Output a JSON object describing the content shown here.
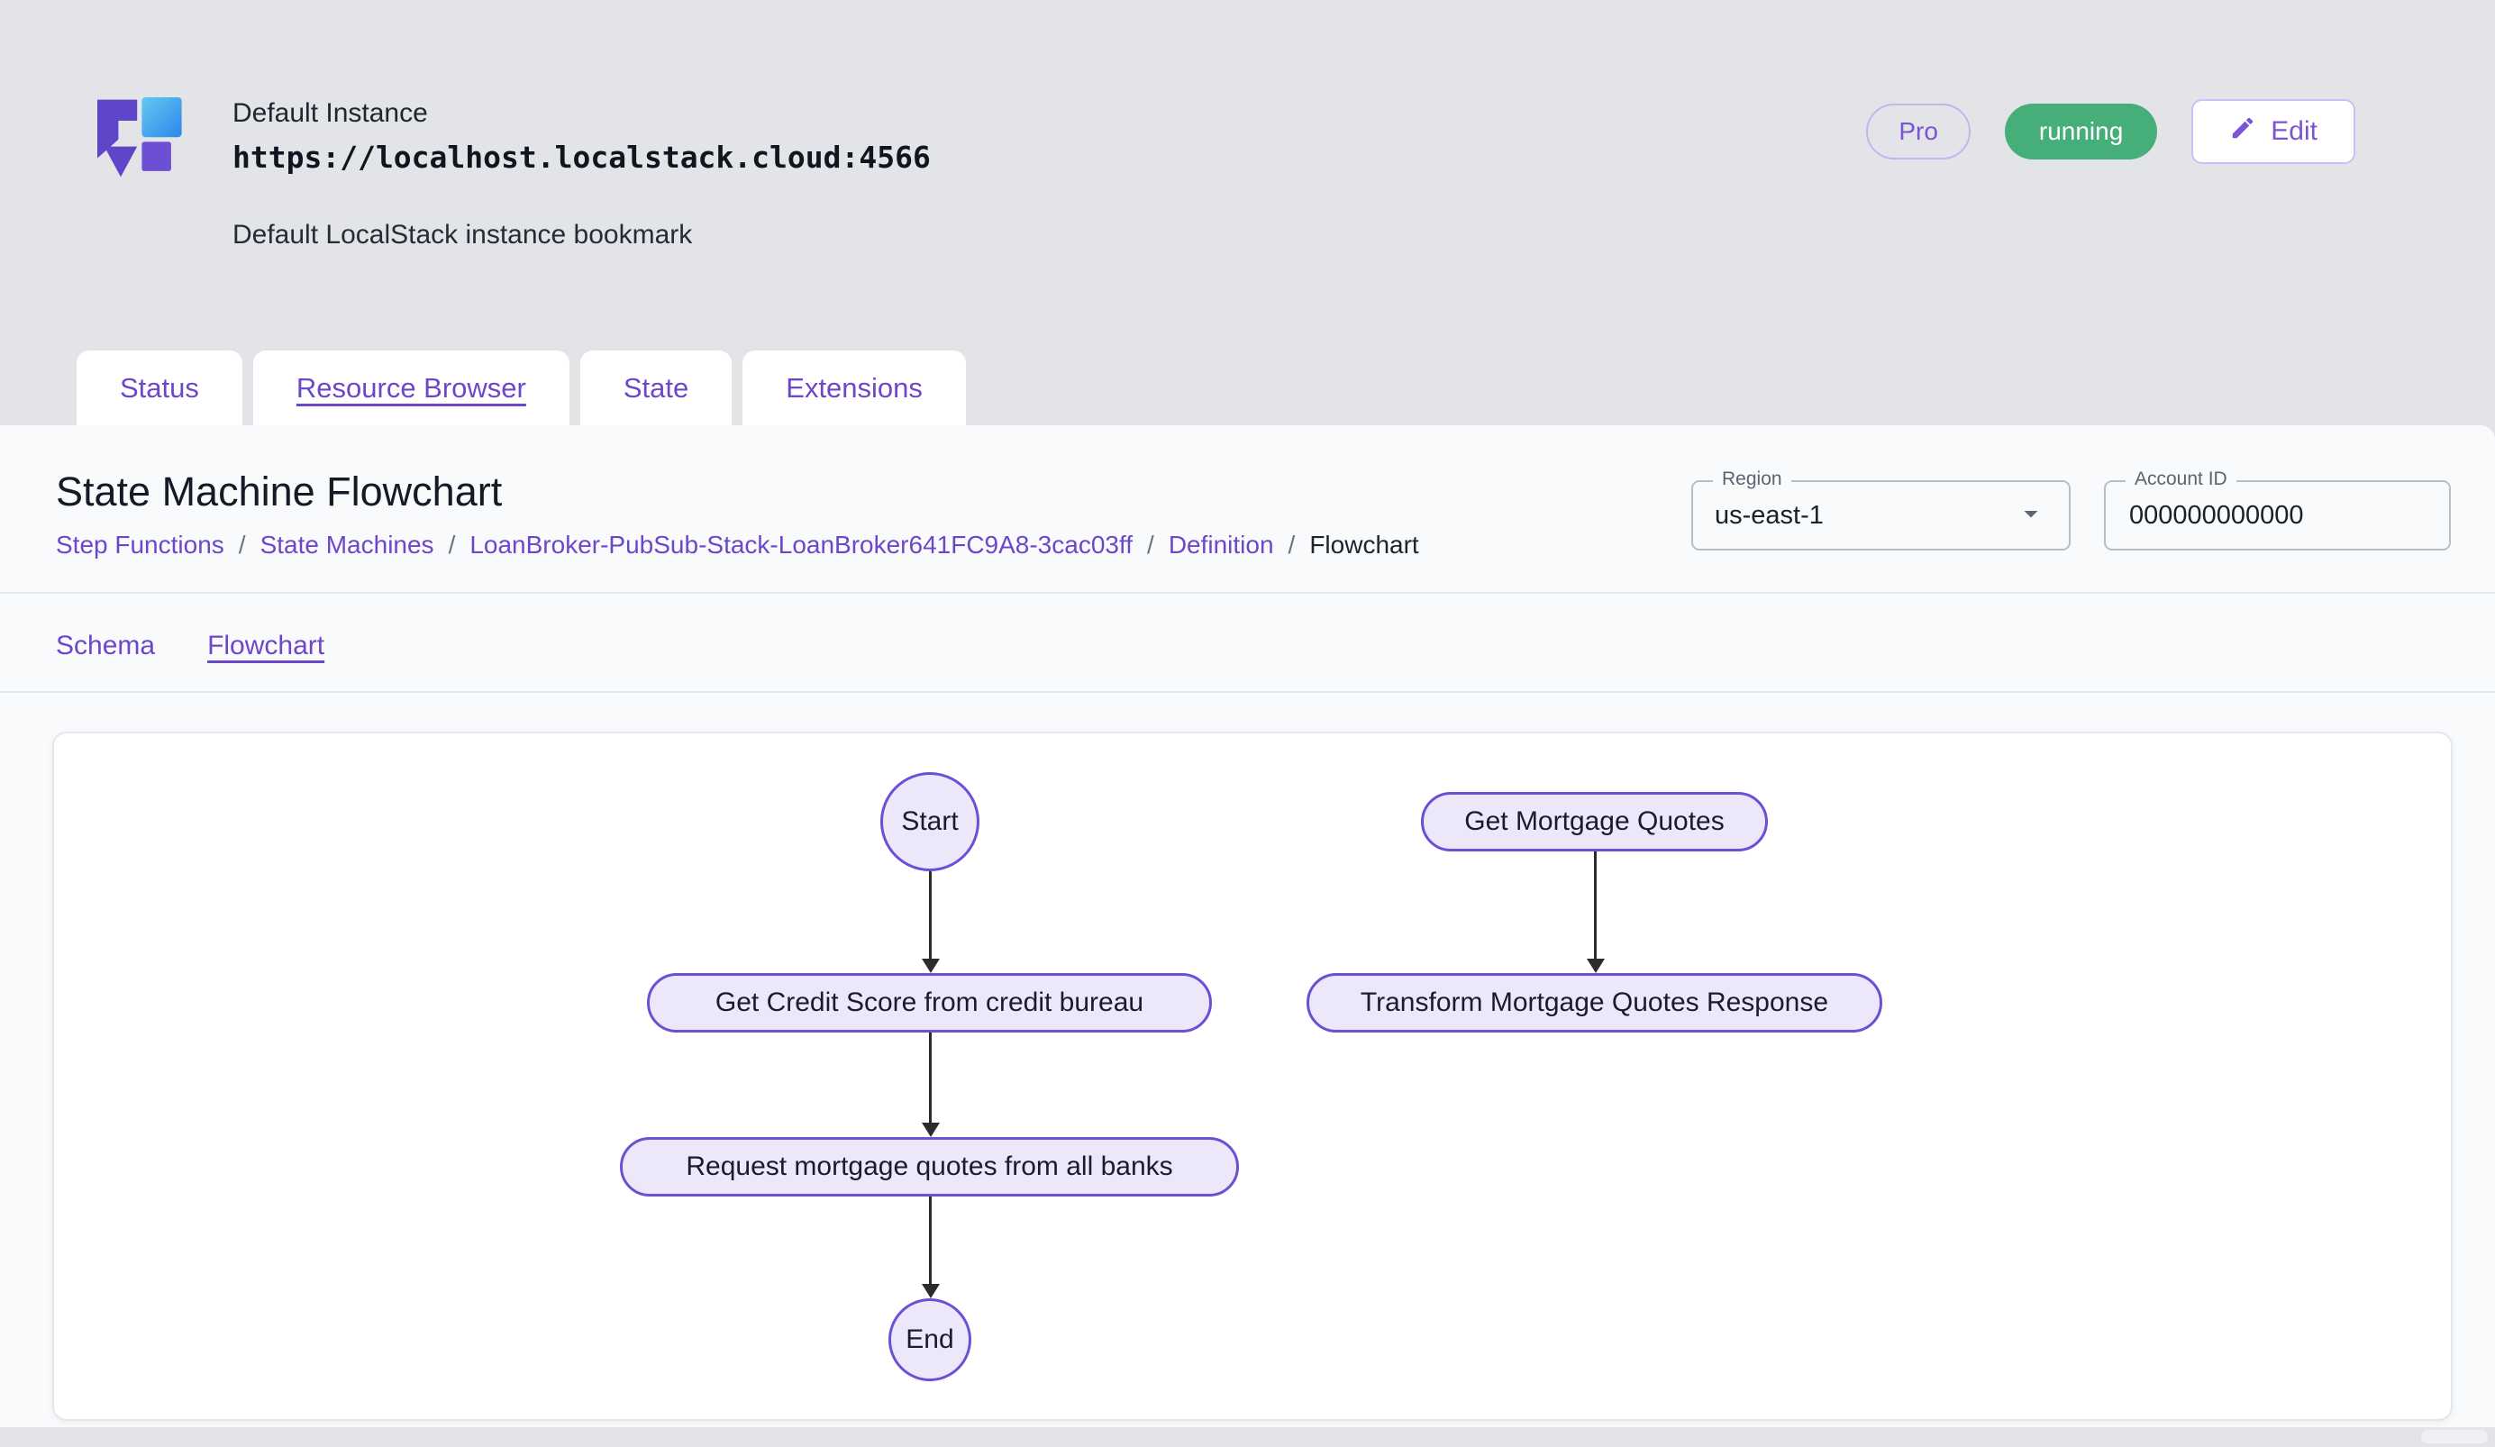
{
  "header": {
    "instance_name": "Default Instance",
    "instance_url": "https://localhost.localstack.cloud:4566",
    "instance_description": "Default LocalStack instance bookmark",
    "pro_badge": "Pro",
    "status_badge": "running",
    "edit_button": "Edit"
  },
  "tabs": [
    {
      "label": "Status",
      "active": false
    },
    {
      "label": "Resource Browser",
      "active": true
    },
    {
      "label": "State",
      "active": false
    },
    {
      "label": "Extensions",
      "active": false
    }
  ],
  "page": {
    "title": "State Machine Flowchart",
    "breadcrumb_separator": "/",
    "breadcrumb": [
      {
        "label": "Step Functions",
        "link": true
      },
      {
        "label": "State Machines",
        "link": true
      },
      {
        "label": "LoanBroker-PubSub-Stack-LoanBroker641FC9A8-3cac03ff",
        "link": true
      },
      {
        "label": "Definition",
        "link": true
      },
      {
        "label": "Flowchart",
        "link": false
      }
    ],
    "region": {
      "label": "Region",
      "value": "us-east-1"
    },
    "account_id": {
      "label": "Account ID",
      "value": "000000000000"
    },
    "subtabs": [
      {
        "label": "Schema",
        "active": false
      },
      {
        "label": "Flowchart",
        "active": true
      }
    ]
  },
  "flowchart": {
    "nodes": [
      {
        "id": "start",
        "label": "Start",
        "shape": "circle"
      },
      {
        "id": "credit",
        "label": "Get Credit Score from credit bureau",
        "shape": "pill"
      },
      {
        "id": "request",
        "label": "Request mortgage quotes from all banks",
        "shape": "pill"
      },
      {
        "id": "end",
        "label": "End",
        "shape": "circle"
      },
      {
        "id": "quotes",
        "label": "Get Mortgage Quotes",
        "shape": "pill"
      },
      {
        "id": "transform",
        "label": "Transform Mortgage Quotes Response",
        "shape": "pill"
      }
    ],
    "edges": [
      [
        "start",
        "credit"
      ],
      [
        "credit",
        "request"
      ],
      [
        "request",
        "end"
      ],
      [
        "quotes",
        "transform"
      ]
    ]
  },
  "icons": {
    "edit": "pencil-icon",
    "region_dropdown": "chevron-down-icon",
    "logo": "localstack-logo"
  },
  "colors": {
    "accent_purple": "#6d47c9",
    "status_running_green": "#45ae79",
    "node_fill": "#ece8fa",
    "node_border": "#6d4fd4",
    "page_background": "#e2e4e8",
    "panel_background": "#f8fafb",
    "logo_blue": "#3d9df0",
    "logo_purple": "#5f46c8"
  }
}
